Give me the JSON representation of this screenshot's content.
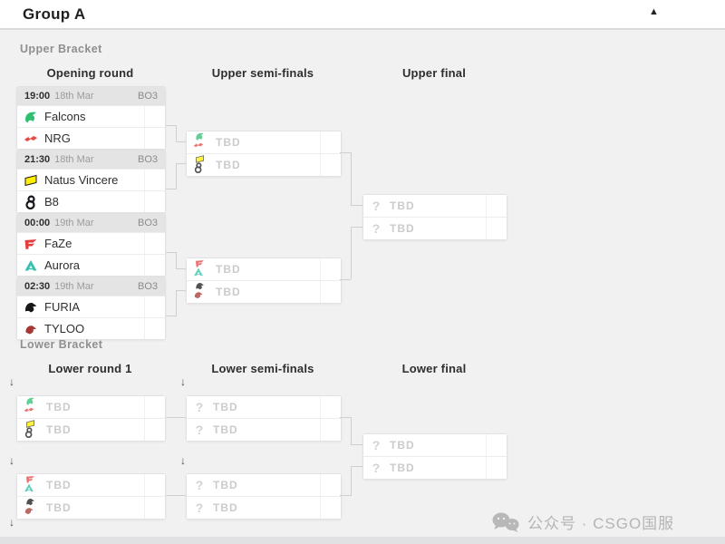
{
  "header": {
    "title": "Group A"
  },
  "icons": {
    "collapse": "▲",
    "arrow_down": "↓",
    "question": "?"
  },
  "team_colors": {
    "falcons": "#2fbf71",
    "nrg": "#e8483f",
    "navi": "#ffee00",
    "b8": "#15171c",
    "faze": "#e43d40",
    "aurora": "#35c1ad",
    "furia": "#17171a",
    "tyloo": "#a63732"
  },
  "upper": {
    "section_label": "Upper Bracket",
    "columns": [
      "Opening round",
      "Upper semi-finals",
      "Upper final"
    ],
    "matches": [
      {
        "time": "19:00",
        "date": "18th Mar",
        "format": "BO3",
        "team1": "Falcons",
        "team2": "NRG"
      },
      {
        "time": "21:30",
        "date": "18th Mar",
        "format": "BO3",
        "team1": "Natus Vincere",
        "team2": "B8"
      },
      {
        "time": "00:00",
        "date": "19th Mar",
        "format": "BO3",
        "team1": "FaZe",
        "team2": "Aurora"
      },
      {
        "time": "02:30",
        "date": "19th Mar",
        "format": "BO3",
        "team1": "FURIA",
        "team2": "TYLOO"
      }
    ],
    "semis": [
      {
        "slot1": "TBD",
        "slot2": "TBD"
      },
      {
        "slot1": "TBD",
        "slot2": "TBD"
      }
    ],
    "final": {
      "slot1": "TBD",
      "slot2": "TBD"
    }
  },
  "lower": {
    "section_label": "Lower Bracket",
    "columns": [
      "Lower round 1",
      "Lower semi-finals",
      "Lower final"
    ],
    "round1": [
      {
        "slot1": "TBD",
        "slot2": "TBD"
      },
      {
        "slot1": "TBD",
        "slot2": "TBD"
      }
    ],
    "semis": [
      {
        "slot1": "TBD",
        "slot2": "TBD"
      },
      {
        "slot1": "TBD",
        "slot2": "TBD"
      }
    ],
    "final": {
      "slot1": "TBD",
      "slot2": "TBD"
    }
  },
  "watermark": {
    "text": "公众号 · CSGO国服"
  }
}
